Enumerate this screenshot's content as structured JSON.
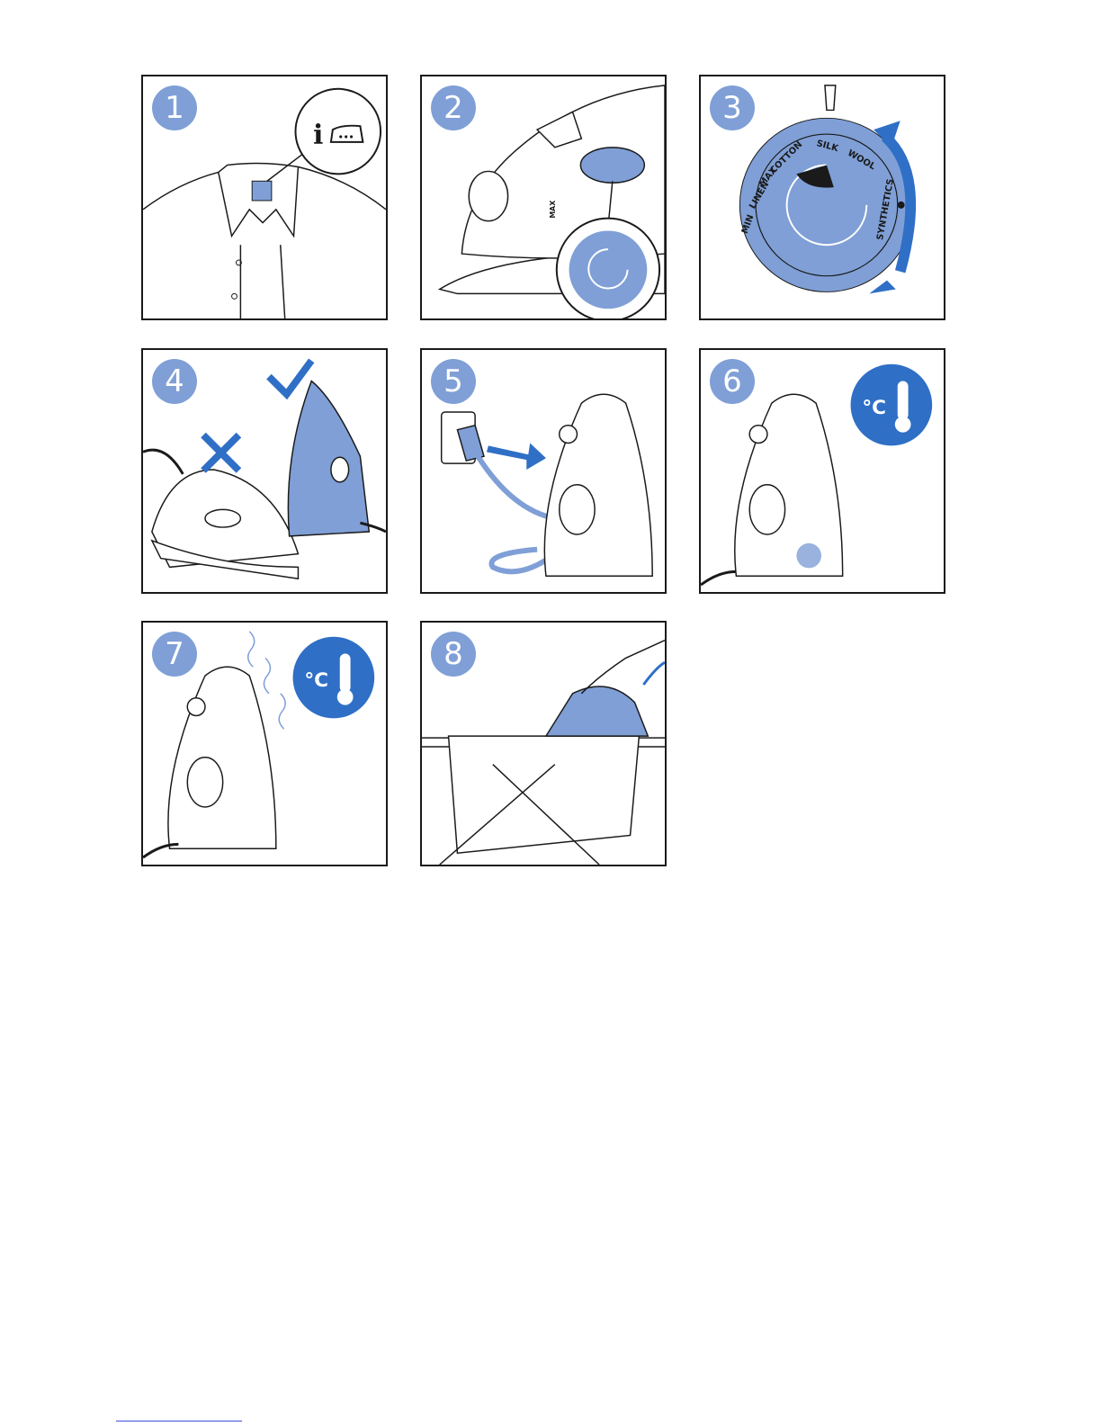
{
  "steps": [
    {
      "number": "1"
    },
    {
      "number": "2"
    },
    {
      "number": "3"
    },
    {
      "number": "4"
    },
    {
      "number": "5"
    },
    {
      "number": "6"
    },
    {
      "number": "7"
    },
    {
      "number": "8"
    }
  ],
  "dial_labels": {
    "min": "MIN",
    "linen": "LINEN",
    "cotton": "COTTON",
    "max": "MAX",
    "silk": "SILK",
    "wool": "WOOL",
    "synthetics": "SYNTHETICS"
  },
  "iron_label": "MAX",
  "thermo_unit": "°C",
  "colors": {
    "blue": "#7f9fd6",
    "dark_blue": "#2f6fc6",
    "outline": "#1a1a1a"
  }
}
